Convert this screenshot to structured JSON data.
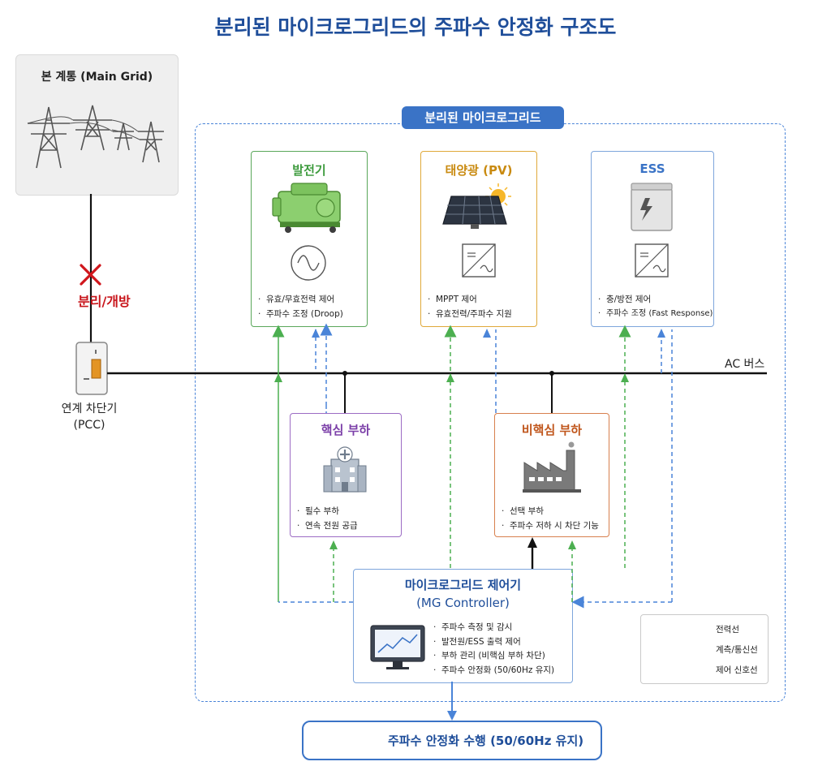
{
  "title": "분리된 마이크로그리드의 주파수 안정화 구조도",
  "main_grid": {
    "label": "본 계통 (Main Grid)"
  },
  "isolation": {
    "label": "분리/개방"
  },
  "pcc": {
    "line1": "연계 차단기",
    "line2": "(PCC)"
  },
  "ac_bus": {
    "label": "AC 버스"
  },
  "microgrid": {
    "label": "분리된 마이크로그리드"
  },
  "sources": [
    {
      "title": "발전기",
      "color": "#3e9b3e",
      "bullets": [
        "유효/무효전력 제어",
        "주파수 조정 (Droop)"
      ]
    },
    {
      "title": "태양광 (PV)",
      "color": "#c98a10",
      "bullets": [
        "MPPT 제어",
        "유효전력/주파수 지원"
      ]
    },
    {
      "title": "ESS",
      "color": "#3a73c6",
      "bullets": [
        "충/방전 제어",
        "주파수 조정 (Fast Response)"
      ]
    }
  ],
  "loads": [
    {
      "title": "핵심 부하",
      "color": "#7b3fa8",
      "bullets": [
        "필수 부하",
        "연속 전원 공급"
      ]
    },
    {
      "title": "비핵심 부하",
      "color": "#c0561c",
      "bullets": [
        "선택 부하",
        "주파수 저하 시 차단 기능"
      ]
    }
  ],
  "controller": {
    "title1": "마이크로그리드 제어기",
    "title2": "(MG Controller)",
    "bullets": [
      "주파수 측정 및 감시",
      "발전원/ESS 출력 제어",
      "부하 관리 (비핵심 부하 차단)",
      "주파수 안정화 (50/60Hz 유지)"
    ]
  },
  "legend": {
    "power": "전력선",
    "comm": "계측/통신선",
    "control": "제어 신호선"
  },
  "result": {
    "label": "주파수 안정화 수행 (50/60Hz 유지)"
  },
  "colors": {
    "accent_blue": "#3a73c6",
    "comm_line": "#4a84d8",
    "control_line": "#4caf50",
    "power_line": "#111111",
    "isolation_red": "#d0161c"
  }
}
